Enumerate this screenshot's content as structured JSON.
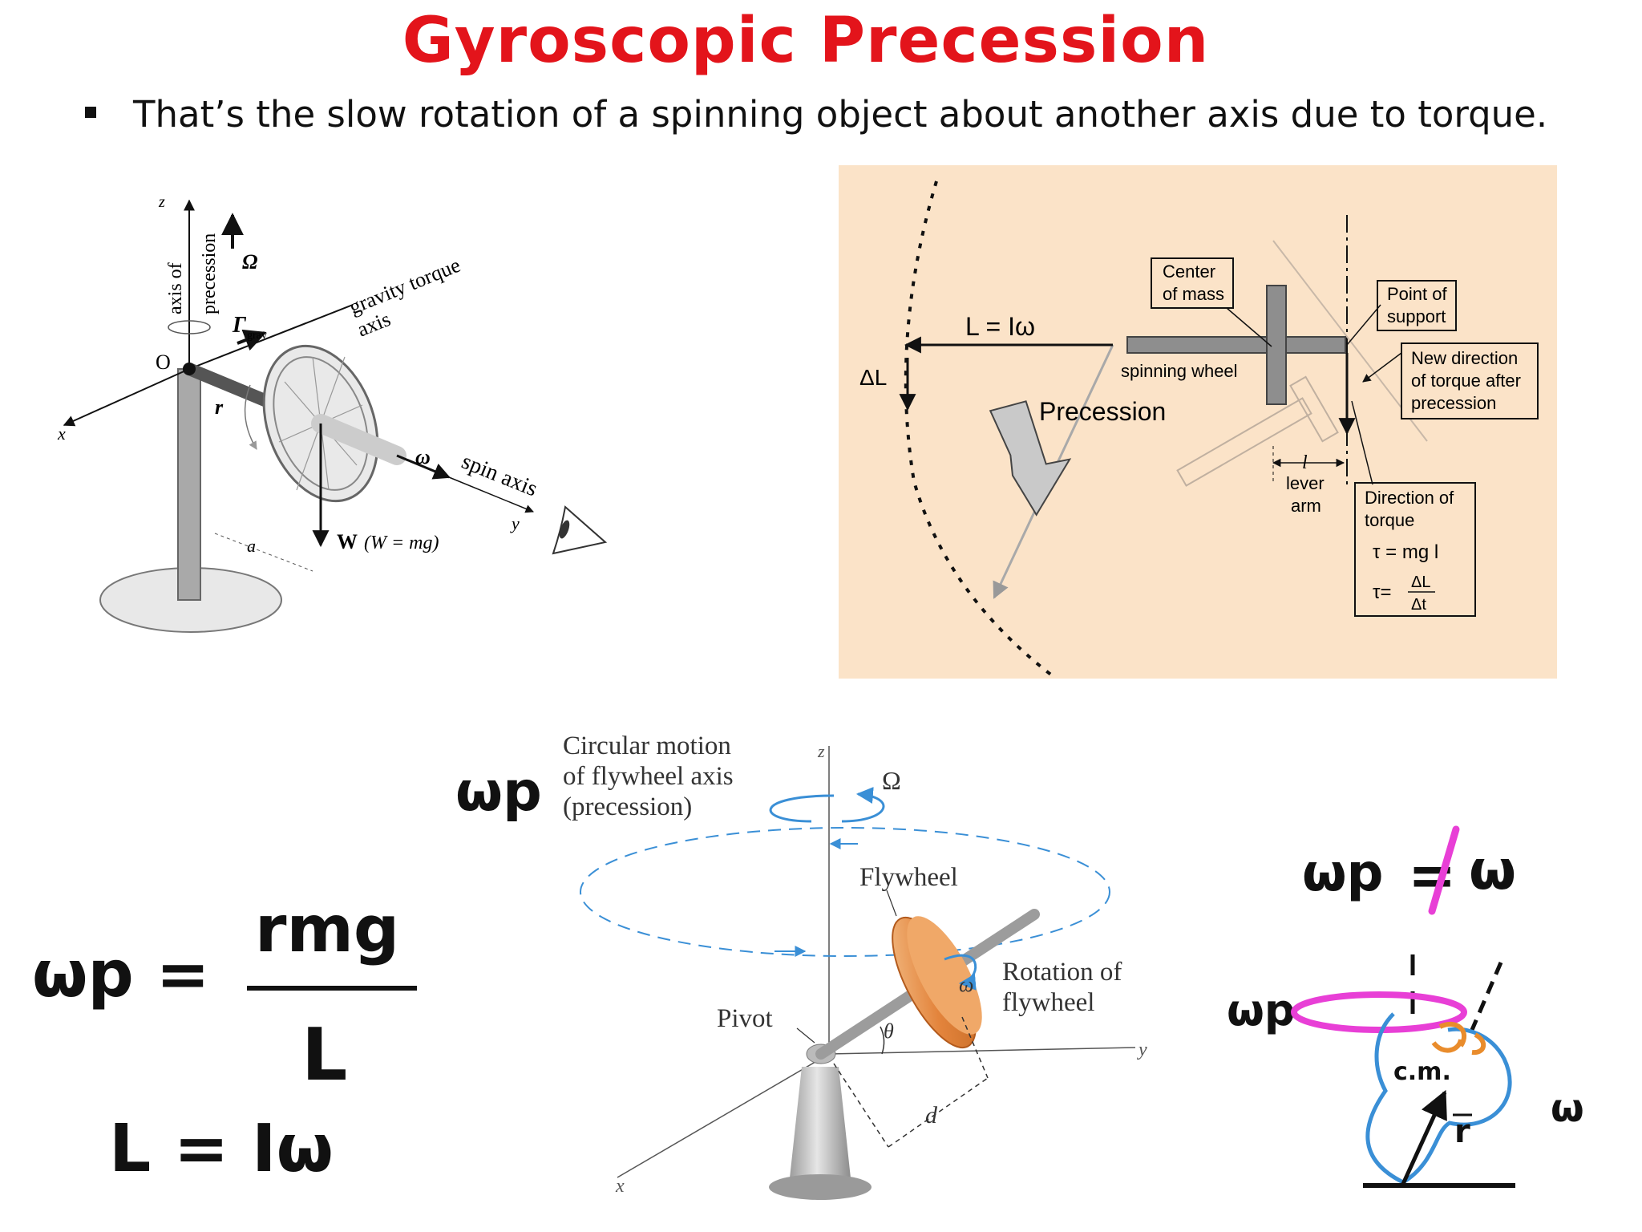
{
  "title": "Gyroscopic Precession",
  "bullet": "That’s the slow rotation of a spinning object about another axis due to torque.",
  "colors": {
    "title": "#e3141b",
    "panel": "#fbe3c8",
    "pink": "#e83fd6",
    "blue": "#3a8fd6",
    "orange": "#e98c2c"
  },
  "fig1": {
    "z": "z",
    "axis_of": "axis of",
    "precession": "precession",
    "omega_cap": "Ω",
    "gamma": "Γ",
    "grav_sub": "grav",
    "gravity_torque": "gravity torque",
    "axis": "axis",
    "O": "O",
    "x": "x",
    "r": "r",
    "omega": "ω",
    "spin_axis": "spin axis",
    "y": "y",
    "a": "a",
    "W": "W",
    "W_eq": "(W = mg)"
  },
  "fig2": {
    "L_eq": "L = Iω",
    "delta_L": "ΔL",
    "center_of_mass": [
      "Center",
      "of mass"
    ],
    "spinning_wheel": "spinning wheel",
    "precession": "Precession",
    "point_of_support": [
      "Point of",
      "support"
    ],
    "new_direction": [
      "New direction",
      "of torque after",
      "precession"
    ],
    "lever_l": "l",
    "lever_arm": [
      "lever",
      "arm"
    ],
    "direction_torque": [
      "Direction of",
      "torque"
    ],
    "tau_eq1": "τ = mg l",
    "tau_prefix": "τ=",
    "tau_num": "ΔL",
    "tau_den": "Δt"
  },
  "fig3": {
    "circular_motion": [
      "Circular motion",
      "of flywheel axis",
      "(precession)"
    ],
    "z": "z",
    "omega_cap": "Ω",
    "flywheel": "Flywheel",
    "rotation": [
      "Rotation of",
      "flywheel"
    ],
    "omega": "ω",
    "pivot": "Pivot",
    "theta": "θ",
    "d": "d",
    "x": "x",
    "y": "y"
  },
  "handwriting": {
    "wp_left": "ωp",
    "wp_lhs": "ωp =",
    "numerator": "rmg",
    "denominator": "L",
    "L_eq": "L = Iω",
    "wp_neq_lhs": "ωp",
    "neq": "=",
    "wp_neq_rhs": "ω",
    "wp_sketch": "ωp",
    "cm": "c.m.",
    "r_vec": "r",
    "omega_sketch": "ω"
  }
}
